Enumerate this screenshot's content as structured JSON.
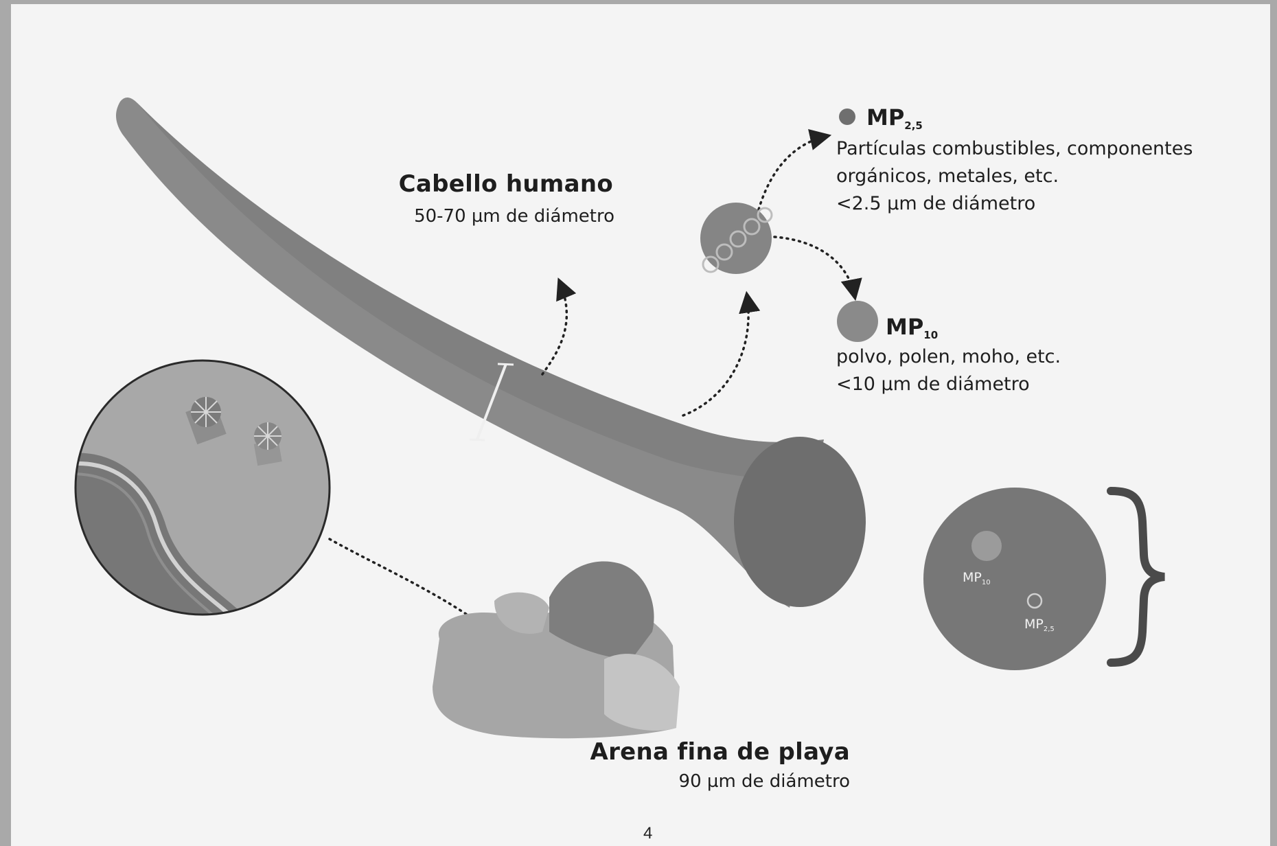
{
  "hair": {
    "title": "Cabello humano",
    "subtitle": "50-70 µm de diámetro"
  },
  "mp25": {
    "name": "MP",
    "sub": "2,5",
    "description": [
      "Partículas combustibles, componentes",
      "orgánicos, metales, etc.",
      "<2.5 µm de diámetro"
    ]
  },
  "mp10": {
    "name": "MP",
    "sub": "10",
    "description": [
      "polvo, polen, moho, etc.",
      "<10 µm de diámetro"
    ]
  },
  "sand": {
    "title": "Arena fina de playa",
    "subtitle": "90 µm de diámetro"
  },
  "cross_section": {
    "mp10_label": "MP",
    "mp10_sub": "10",
    "mp25_label": "MP",
    "mp25_sub": "2,5"
  },
  "page_number": "4"
}
